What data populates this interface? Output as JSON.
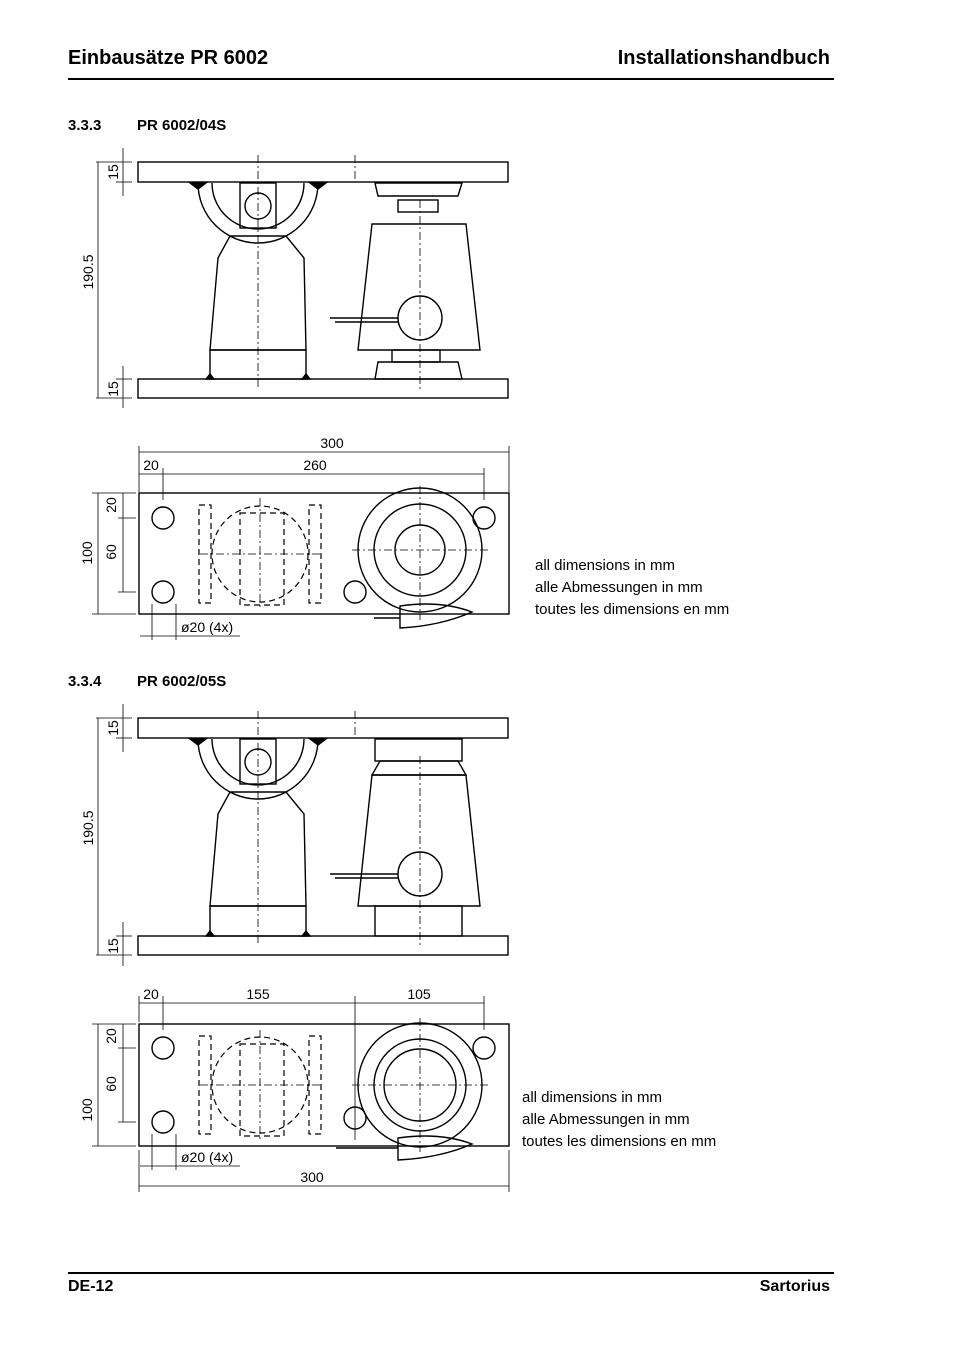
{
  "header": {
    "left": "Einbausätze PR 6002",
    "right": "Installationshandbuch"
  },
  "section1": {
    "number": "3.3.3",
    "title": "PR 6002/04S"
  },
  "section2": {
    "number": "3.3.4",
    "title": "PR 6002/05S"
  },
  "drawing1": {
    "dim_top_plate": "15",
    "dim_height": "190.5",
    "dim_bottom_plate": "15",
    "dim_total_width": "300",
    "dim_edge": "20",
    "dim_hole_spacing": "260",
    "dim_edge_y": "20",
    "dim_hole_spacing_y": "60",
    "dim_depth": "100",
    "dim_hole": "ø20 (4x)"
  },
  "drawing2": {
    "dim_top_plate": "15",
    "dim_height": "190.5",
    "dim_bottom_plate": "15",
    "dim_edge": "20",
    "dim_span_a": "155",
    "dim_span_b": "105",
    "dim_edge_y": "20",
    "dim_hole_spacing_y": "60",
    "dim_depth": "100",
    "dim_hole": "ø20 (4x)",
    "dim_total_width": "300"
  },
  "note1": {
    "line1": "all dimensions in mm",
    "line2": "alle Abmessungen in mm",
    "line3": "toutes les dimensions en mm"
  },
  "note2": {
    "line1": "all dimensions in mm",
    "line2": "alle Abmessungen in mm",
    "line3": "toutes les dimensions en mm"
  },
  "footer": {
    "left": "DE-12",
    "right": "Sartorius"
  }
}
